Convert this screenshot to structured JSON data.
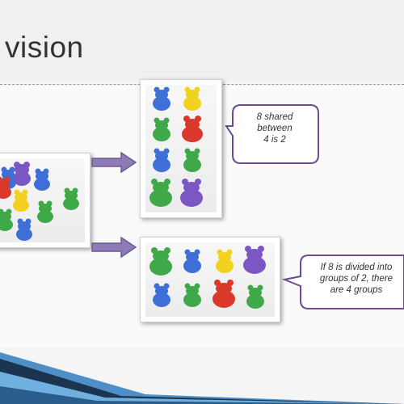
{
  "slide": {
    "title": "vision",
    "bubble_top": {
      "line1": "8 shared",
      "line2": "between",
      "line3": "4 is 2"
    },
    "bubble_bottom": {
      "line1": "If 8 is divided into",
      "line2": "groups of 2, there",
      "line3": "are 4 groups"
    }
  },
  "colors": {
    "blue": "#3d6fd6",
    "yellow": "#f2d21e",
    "green": "#3fa94a",
    "red": "#d9382b",
    "purple": "#7b57c4",
    "arrow_fill": "#8e7bb5",
    "bubble_border": "#6d4b8e",
    "bottom_dark": "#1b3550",
    "bottom_blue": "#5f9fd3"
  }
}
